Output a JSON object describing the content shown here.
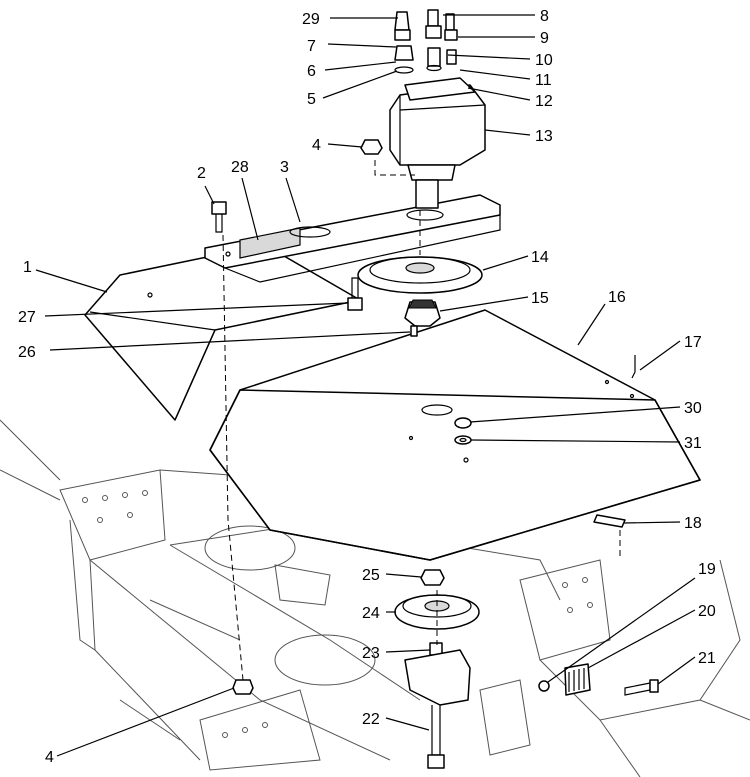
{
  "callouts": {
    "c1": "1",
    "c2": "2",
    "c3": "3",
    "c4a": "4",
    "c4b": "4",
    "c5": "5",
    "c6": "6",
    "c7": "7",
    "c8": "8",
    "c9": "9",
    "c10": "10",
    "c11": "11",
    "c12": "12",
    "c13": "13",
    "c14": "14",
    "c15": "15",
    "c16": "16",
    "c17": "17",
    "c18": "18",
    "c19": "19",
    "c20": "20",
    "c21": "21",
    "c22": "22",
    "c23": "23",
    "c24": "24",
    "c25": "25",
    "c26": "26",
    "c27": "27",
    "c28": "28",
    "c29": "29",
    "c30": "30",
    "c31": "31"
  }
}
